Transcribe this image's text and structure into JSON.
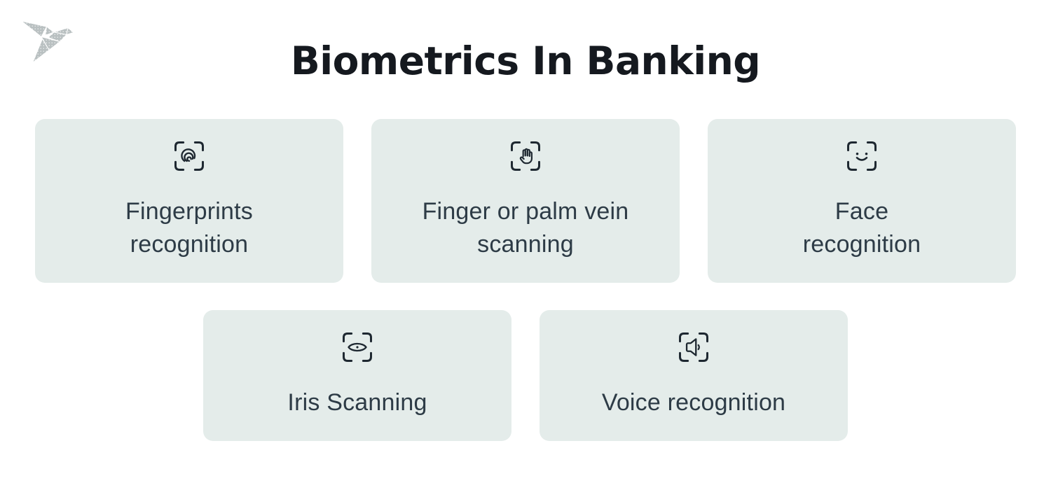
{
  "header": {
    "title": "Biometrics In Banking"
  },
  "logo": {
    "icon": "origami-bird-logo"
  },
  "theme": {
    "page_background": "#ffffff",
    "card_background": "#e4ecea",
    "title_color": "#15191f",
    "label_color": "#2d3b46",
    "icon_color": "#1d2730",
    "logo_color": "#b9c0c1"
  },
  "cards": [
    {
      "icon": "fingerprint-scan-icon",
      "label": "Fingerprints\nrecognition"
    },
    {
      "icon": "hand-scan-icon",
      "label": "Finger or palm vein\nscanning"
    },
    {
      "icon": "face-scan-icon",
      "label": "Face\nrecognition"
    },
    {
      "icon": "iris-scan-icon",
      "label": "Iris Scanning"
    },
    {
      "icon": "voice-scan-icon",
      "label": "Voice recognition"
    }
  ]
}
